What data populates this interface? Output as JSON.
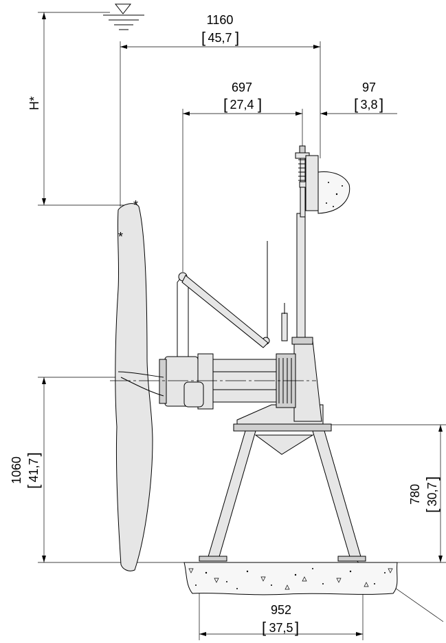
{
  "dimensions": {
    "width_total": {
      "mm": "1160",
      "inch": "45,7"
    },
    "motor_length": {
      "mm": "697",
      "inch": "27,4"
    },
    "wall_offset": {
      "mm": "97",
      "inch": "3,8"
    },
    "depth_label": "H*",
    "propeller_height": {
      "mm": "1060",
      "inch": "41,7"
    },
    "stand_height": {
      "mm": "780",
      "inch": "30,7"
    },
    "base_width": {
      "mm": "952",
      "inch": "37,5"
    }
  },
  "colors": {
    "line": "#000000",
    "part_fill": "#e6e6e6",
    "concrete_fill": "#f7f7f7"
  },
  "icons": {
    "water_level": "water-level-icon"
  }
}
